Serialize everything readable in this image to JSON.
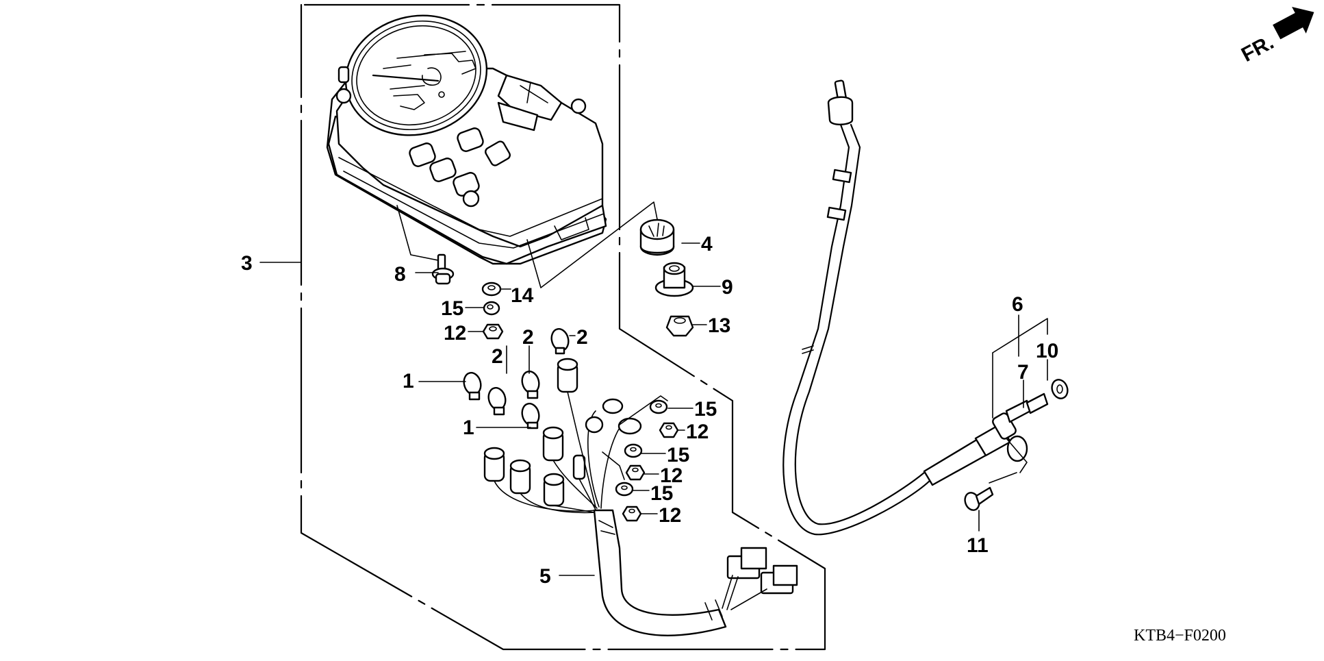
{
  "diagram": {
    "type": "exploded-parts-diagram",
    "subject": "meter / speedometer assembly",
    "diagram_code": "KTB4−F0200",
    "direction_indicator": {
      "label": "FR.",
      "icon": "front-direction-arrow-icon"
    },
    "callouts": [
      {
        "id": "c3",
        "number": "3",
        "part": "meter assembly (frame group)"
      },
      {
        "id": "c8",
        "number": "8",
        "part": "bolt"
      },
      {
        "id": "c14",
        "number": "14",
        "part": "washer"
      },
      {
        "id": "c15a",
        "number": "15",
        "part": "washer"
      },
      {
        "id": "c12a",
        "number": "12",
        "part": "nut"
      },
      {
        "id": "c4",
        "number": "4",
        "part": "rubber mount"
      },
      {
        "id": "c9",
        "number": "9",
        "part": "collar"
      },
      {
        "id": "c13",
        "number": "13",
        "part": "nut"
      },
      {
        "id": "c2a",
        "number": "2",
        "part": "bulb"
      },
      {
        "id": "c2b",
        "number": "2",
        "part": "bulb"
      },
      {
        "id": "c2c",
        "number": "2",
        "part": "bulb"
      },
      {
        "id": "c1a",
        "number": "1",
        "part": "bulb"
      },
      {
        "id": "c1b",
        "number": "1",
        "part": "bulb"
      },
      {
        "id": "c15b",
        "number": "15",
        "part": "washer"
      },
      {
        "id": "c12b",
        "number": "12",
        "part": "nut"
      },
      {
        "id": "c15c",
        "number": "15",
        "part": "washer"
      },
      {
        "id": "c12c",
        "number": "12",
        "part": "nut"
      },
      {
        "id": "c15d",
        "number": "15",
        "part": "washer"
      },
      {
        "id": "c12d",
        "number": "12",
        "part": "nut"
      },
      {
        "id": "c5",
        "number": "5",
        "part": "wire harness"
      },
      {
        "id": "c6",
        "number": "6",
        "part": "speedometer cable"
      },
      {
        "id": "c7",
        "number": "7",
        "part": "gear box"
      },
      {
        "id": "c10",
        "number": "10",
        "part": "washer"
      },
      {
        "id": "c11",
        "number": "11",
        "part": "screw"
      }
    ]
  }
}
